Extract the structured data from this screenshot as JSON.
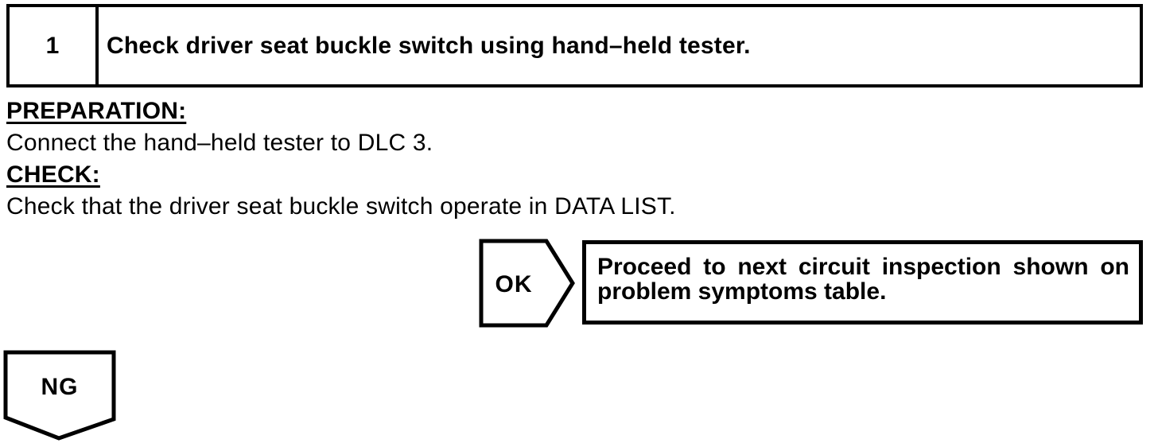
{
  "step": {
    "number": "1",
    "title": "Check driver seat buckle switch using hand–held tester."
  },
  "sections": [
    {
      "heading": "PREPARATION:",
      "body": "Connect the hand–held tester to DLC 3."
    },
    {
      "heading": "CHECK:",
      "body": "Check that the driver seat buckle switch operate in DATA LIST."
    }
  ],
  "ok_branch": {
    "label": "OK",
    "result_line1": "Proceed to next circuit inspection shown on",
    "result_line2": "problem symptoms table."
  },
  "ng_branch": {
    "label": "NG"
  },
  "colors": {
    "ink": "#000000",
    "background": "#ffffff"
  }
}
